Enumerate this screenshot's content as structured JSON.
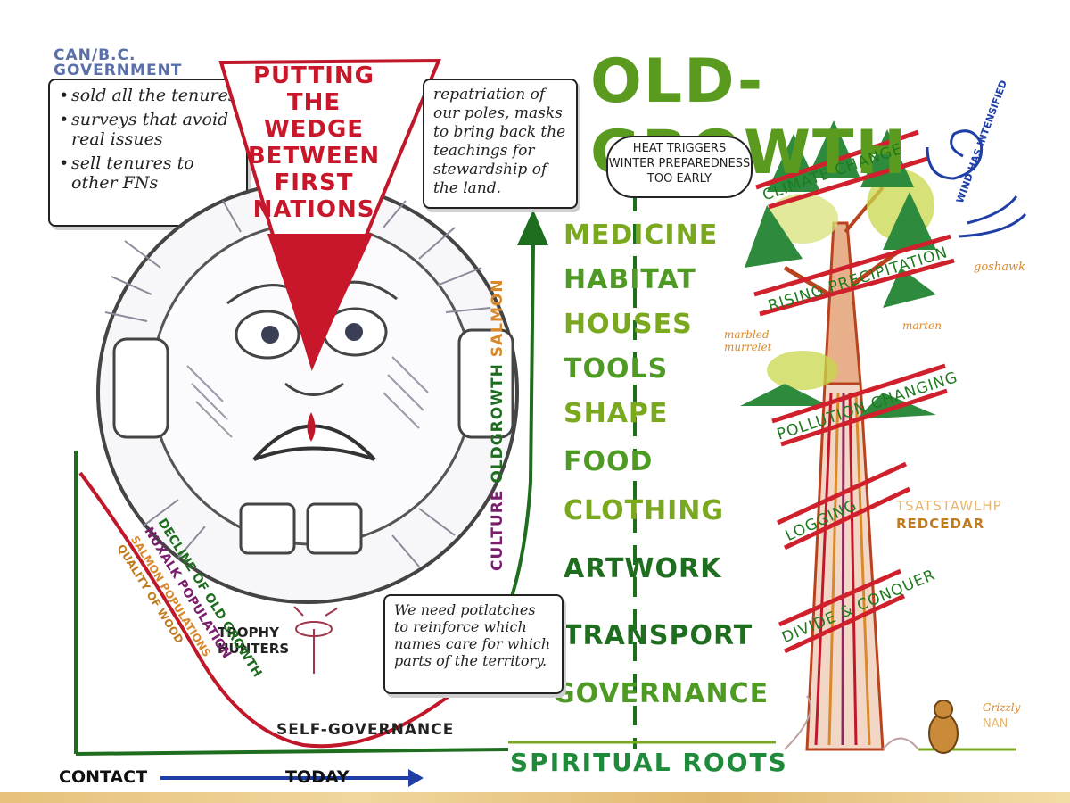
{
  "colors": {
    "green_dark": "#1f6e1f",
    "green_light": "#7aa81e",
    "red": "#d0202c",
    "blue": "#1f3fa6",
    "purple": "#7a1f6e",
    "orange": "#d9892b"
  },
  "government_box": {
    "heading": "CAN/B.C. GOVERNMENT",
    "items": [
      "sold all the tenures",
      "surveys that avoid real issues",
      "sell tenures to other FNs"
    ]
  },
  "wedge": {
    "title": "PUTTING THE WEDGE BETWEEN FIRST NATIONS"
  },
  "repatriation_note": "repatriation of our poles, masks to bring back the teachings for stewardship of the land.",
  "title": "OLD-GROWTH",
  "heat_cloud": "HEAT TRIGGERS WINTER PREPAREDNESS TOO EARLY",
  "vertical_label": {
    "culture": "CULTURE",
    "oldgrowth": "OLDGROWTH",
    "salmon": "SALMON"
  },
  "old_growth_provides": [
    "MEDICINE",
    "HABITAT",
    "HOUSES",
    "TOOLS",
    "SHAPE",
    "FOOD",
    "CLOTHING",
    "ARTWORK",
    "TRANSPORT",
    "GOVERNANCE"
  ],
  "spiritual_roots": "SPIRITUAL ROOTS",
  "threats": [
    "CLIMATE CHANGE",
    "RISING PRECIPITATION",
    "POLLUTION CHANGING",
    "LOGGING",
    "DIVIDE & CONQUER"
  ],
  "wind_note": "WIND HAS INTENSIFIED",
  "animals": {
    "goshawk": "goshawk",
    "marbled_murrelet": "marbled murrelet",
    "marten": "marten",
    "grizzly": "Grizzly",
    "nan": "NAN"
  },
  "cedar_label": {
    "name": "TSATSTAWLHP",
    "common": "REDCEDAR"
  },
  "potlatch_note": "We need potlatches to reinforce which names care for which parts of the territory.",
  "trophy_hunters": "TROPHY HUNTERS",
  "decline_labels": [
    "DECLINE OF OLD GROWTH",
    "NUXALK POPULATION",
    "SALMON POPULATIONS",
    "QUALITY OF WOOD"
  ],
  "self_governance": "SELF-GOVERNANCE",
  "timeline": {
    "start": "CONTACT",
    "end": "TODAY"
  }
}
